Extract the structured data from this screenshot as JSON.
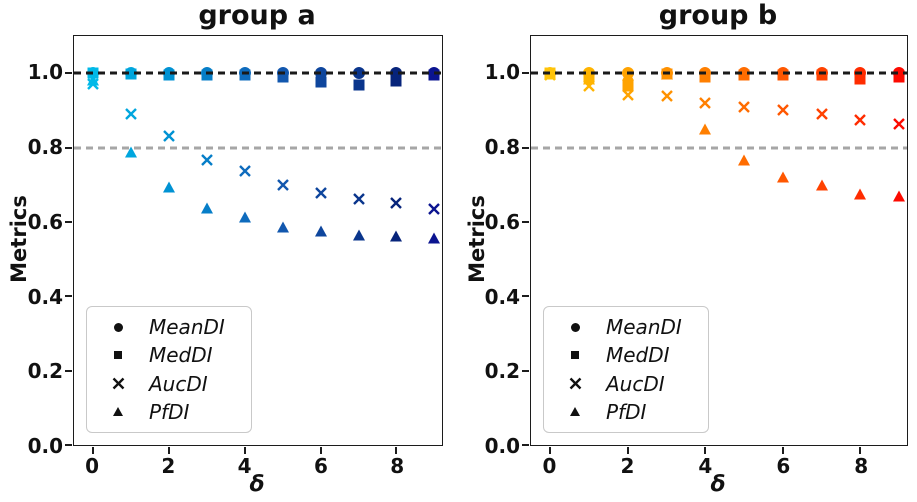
{
  "figure": {
    "background": "#ffffff",
    "spine_color": "#1c1c1c"
  },
  "chart_data": [
    {
      "type": "scatter",
      "title": "group a",
      "xlabel": "δ",
      "ylabel": "Metrics",
      "x": [
        0,
        1,
        2,
        3,
        4,
        5,
        6,
        7,
        8,
        9
      ],
      "xlim": [
        -0.5,
        9.2
      ],
      "ylim": [
        0,
        1.1
      ],
      "xticks": [
        0,
        2,
        4,
        6,
        8
      ],
      "yticks": [
        0.0,
        0.2,
        0.4,
        0.6,
        0.8,
        1.0
      ],
      "grid": false,
      "hlines": [
        {
          "y": 1.0,
          "color": "#1a1a1a"
        },
        {
          "y": 0.8,
          "color": "#a6a6a6"
        }
      ],
      "point_colors": [
        "#00b9e8",
        "#00a6de",
        "#0092d3",
        "#067ec8",
        "#0e6bbd",
        "#1257ae",
        "#0e469d",
        "#0a358c",
        "#07247b",
        "#0b1490"
      ],
      "series": [
        {
          "name": "MeanDI",
          "marker": "circle",
          "values": [
            1.0,
            1.0,
            1.0,
            1.0,
            1.0,
            1.0,
            1.0,
            1.0,
            1.0,
            1.0
          ]
        },
        {
          "name": "MedDI",
          "marker": "square",
          "values": [
            1.0,
            0.997,
            0.996,
            0.995,
            0.994,
            0.99,
            0.975,
            0.968,
            0.98,
            0.995
          ]
        },
        {
          "name": "AucDI",
          "marker": "x",
          "values": [
            0.972,
            0.889,
            0.831,
            0.766,
            0.738,
            0.7,
            0.678,
            0.662,
            0.652,
            0.636
          ]
        },
        {
          "name": "PfDI",
          "marker": "triangle",
          "values": [
            0.982,
            0.787,
            0.695,
            0.638,
            0.613,
            0.587,
            0.575,
            0.565,
            0.563,
            0.558
          ]
        }
      ],
      "legend": {
        "position": "lower left",
        "entries": [
          "MeanDI",
          "MedDI",
          "AucDI",
          "PfDI"
        ],
        "marker_color": "#111111"
      }
    },
    {
      "type": "scatter",
      "title": "group b",
      "xlabel": "δ",
      "ylabel": "Metrics",
      "x": [
        0,
        1,
        2,
        3,
        4,
        5,
        6,
        7,
        8,
        9
      ],
      "xlim": [
        -0.5,
        9.2
      ],
      "ylim": [
        0,
        1.1
      ],
      "xticks": [
        0,
        2,
        4,
        6,
        8
      ],
      "yticks": [
        0.0,
        0.2,
        0.4,
        0.6,
        0.8,
        1.0
      ],
      "grid": false,
      "hlines": [
        {
          "y": 1.0,
          "color": "#1a1a1a"
        },
        {
          "y": 0.8,
          "color": "#a6a6a6"
        }
      ],
      "point_colors": [
        "#ffc40a",
        "#ffb400",
        "#ffa300",
        "#ff9100",
        "#ff7f00",
        "#ff6c00",
        "#ff5700",
        "#ff4200",
        "#ff2c00",
        "#fc0a00"
      ],
      "series": [
        {
          "name": "MeanDI",
          "marker": "circle",
          "values": [
            1.0,
            1.0,
            1.0,
            1.0,
            1.0,
            1.0,
            1.0,
            1.0,
            1.0,
            1.0
          ]
        },
        {
          "name": "MedDI",
          "marker": "square",
          "values": [
            1.0,
            0.99,
            0.965,
            0.998,
            0.99,
            0.996,
            0.995,
            0.996,
            0.985,
            0.99
          ]
        },
        {
          "name": "AucDI",
          "marker": "x",
          "values": [
            0.995,
            0.966,
            0.942,
            0.938,
            0.92,
            0.909,
            0.902,
            0.89,
            0.873,
            0.864
          ]
        },
        {
          "name": "PfDI",
          "marker": "triangle",
          "values": [
            0.998,
            0.985,
            0.995,
            0.997,
            0.849,
            0.767,
            0.72,
            0.698,
            0.676,
            0.669
          ]
        }
      ],
      "legend": {
        "position": "lower left",
        "entries": [
          "MeanDI",
          "MedDI",
          "AucDI",
          "PfDI"
        ],
        "marker_color": "#111111"
      }
    }
  ]
}
